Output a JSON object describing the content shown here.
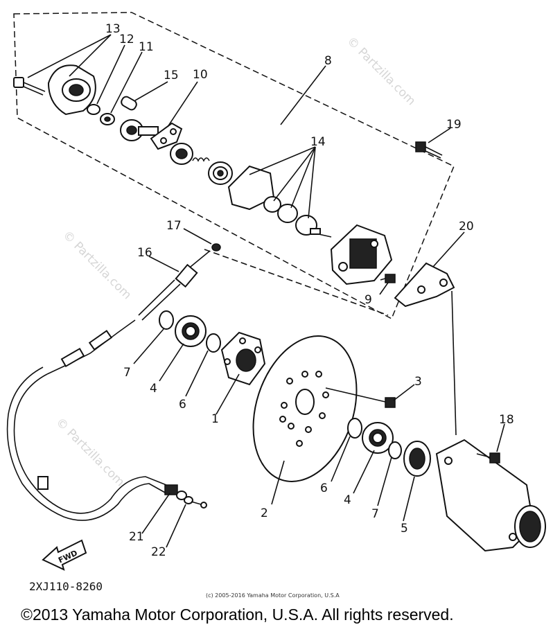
{
  "callouts": [
    "1",
    "2",
    "3",
    "4",
    "4",
    "5",
    "6",
    "6",
    "7",
    "7",
    "8",
    "9",
    "10",
    "11",
    "12",
    "13",
    "14",
    "15",
    "16",
    "17",
    "18",
    "19",
    "20",
    "21",
    "22"
  ],
  "fwd_label": "FWD",
  "diagram_code": "2XJ110-8260",
  "small_copyright": "(c) 2005-2016 Yamaha Motor Corporation, U.S.A",
  "copyright": "©2013 Yamaha Motor Corporation, U.S.A. All rights reserved.",
  "watermark": "© Partzilla.com"
}
